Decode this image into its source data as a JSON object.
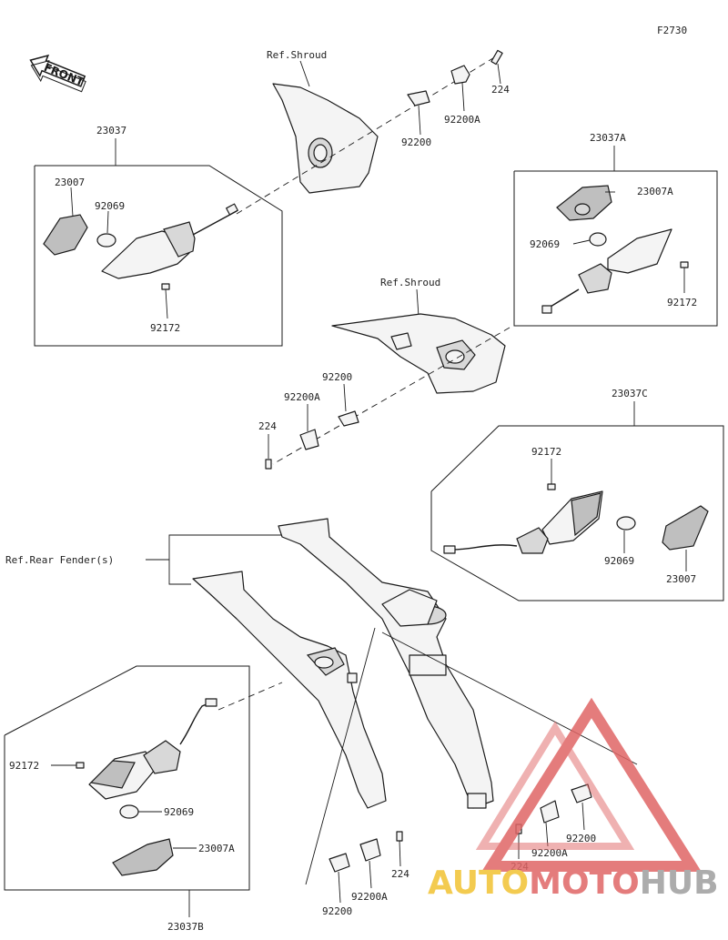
{
  "figure_code": "F2730",
  "front_label": "FRONT",
  "ref_labels": {
    "shroud_top": "Ref.Shroud",
    "shroud_mid": "Ref.Shroud",
    "rear_fender": "Ref.Rear Fender(s)"
  },
  "assemblies": {
    "front_left": {
      "number": "23037",
      "parts": [
        "23007",
        "92069",
        "92172"
      ]
    },
    "front_right": {
      "number": "23037A",
      "parts": [
        "23007A",
        "92069",
        "92172"
      ]
    },
    "rear_right": {
      "number": "23037C",
      "parts": [
        "92172",
        "92069",
        "23007"
      ]
    },
    "rear_left": {
      "number": "23037B",
      "parts": [
        "92172",
        "92069",
        "23007A"
      ]
    }
  },
  "loose_parts": {
    "top": [
      "224",
      "92200A",
      "92200"
    ],
    "mid": [
      "92200",
      "92200A",
      "224"
    ],
    "bottom_left": [
      "224",
      "92200A",
      "92200"
    ],
    "bottom_right": [
      "92200A",
      "224",
      "92200"
    ]
  },
  "watermark": {
    "part1": "AUTO",
    "part2": "MOTO",
    "part3": "HUB"
  },
  "colors": {
    "line": "#1a1a1a",
    "logo_yellow": "#f1c232",
    "logo_red": "#e06666",
    "logo_gray": "#9e9e9e"
  }
}
